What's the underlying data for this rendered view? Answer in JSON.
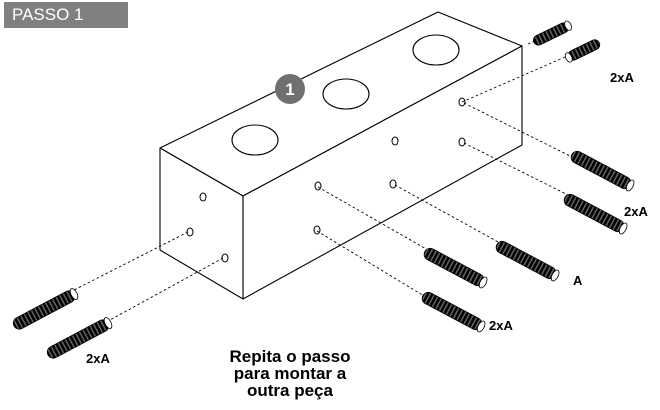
{
  "header": {
    "step_label": "PASSO 1"
  },
  "diagram": {
    "callout_number": "1",
    "labels": {
      "top_right": "2xA",
      "right_middle": "2xA",
      "center_right": "A",
      "center_bottom": "2xA",
      "left_bottom": "2xA"
    },
    "instruction_lines": [
      "Repita o passo",
      "para montar a",
      "outra peça"
    ]
  },
  "colors": {
    "badge": "#808080",
    "callout": "#707070",
    "ink": "#000000"
  }
}
